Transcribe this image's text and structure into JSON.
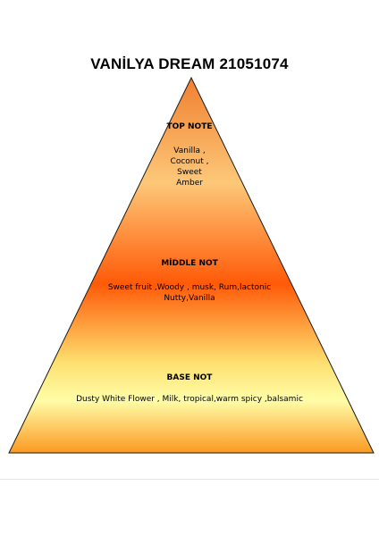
{
  "title": "VANİLYA DREAM 21051074",
  "colors": {
    "top": "#f08030",
    "upper": "#fcc878",
    "mid": "#ff5a08",
    "lower": "#fde070",
    "base_light": "#fffda8",
    "bottom": "#fb9a22"
  },
  "levels": {
    "top": {
      "label": "TOP NOTE",
      "notes": [
        "Vanilla ,",
        "Coconut ,",
        "Sweet",
        "Amber"
      ]
    },
    "middle": {
      "label": "MİDDLE NOT",
      "notes": [
        "Sweet fruit ,Woody , musk, Rum,lactonic",
        "Nutty,Vanilla"
      ]
    },
    "base": {
      "label": "BASE  NOT",
      "notes": [
        "Dusty White Flower , Milk, tropical,warm spicy ,balsamic"
      ]
    }
  }
}
